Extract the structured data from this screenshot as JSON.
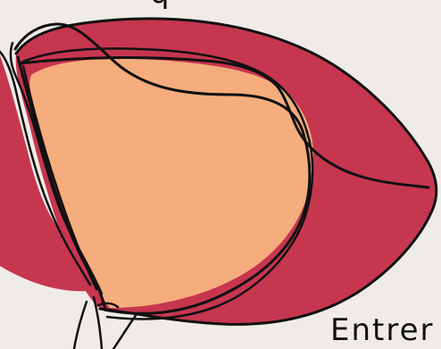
{
  "texts": {
    "top_fragment": "q",
    "bottom_fragment": "Entrer"
  },
  "colors": {
    "background": "#efebe7",
    "outer_fill": "#c7364f",
    "inner_fill": "#f6ad7d",
    "outline": "#111111"
  },
  "icons": {
    "main_shape": "abstract-hand-drawn-blob-illustration"
  }
}
